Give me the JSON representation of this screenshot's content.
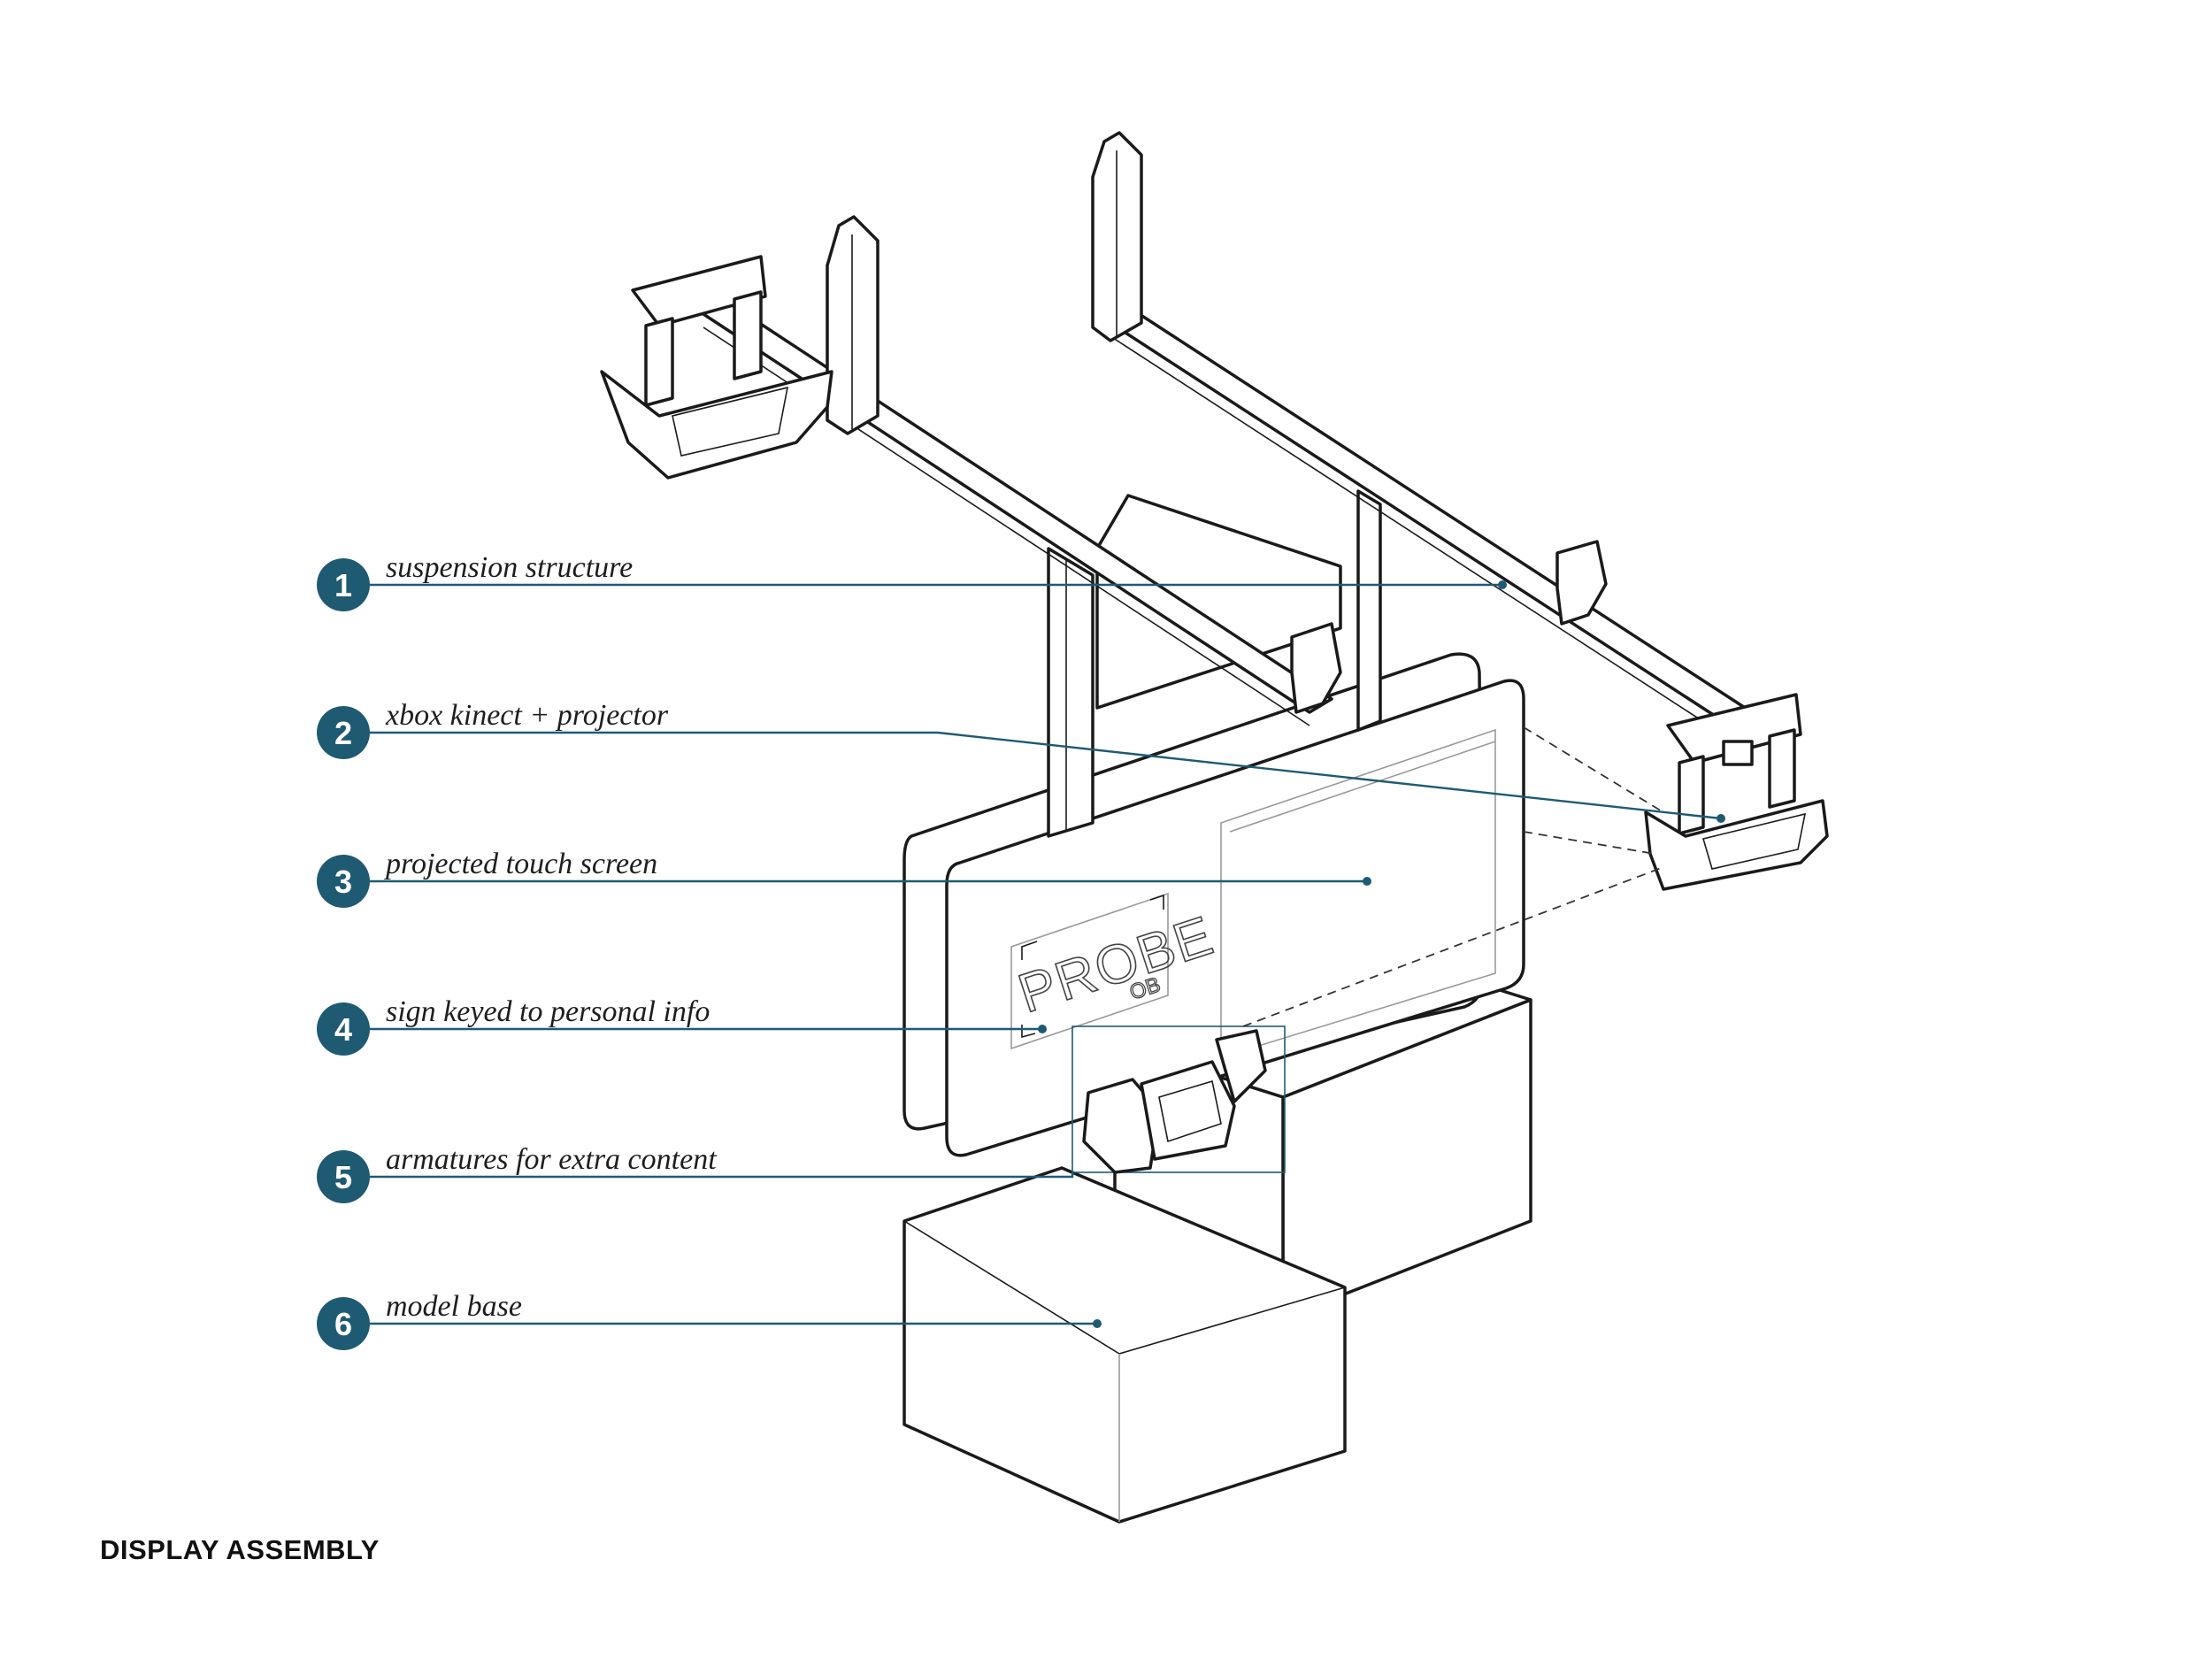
{
  "title": "DISPLAY ASSEMBLY",
  "sign_logo": {
    "main": "PROBE",
    "sub": "OB"
  },
  "callouts": [
    {
      "number": "1",
      "label": "suspension structure"
    },
    {
      "number": "2",
      "label": "xbox kinect + projector"
    },
    {
      "number": "3",
      "label": "projected touch screen"
    },
    {
      "number": "4",
      "label": "sign keyed to personal info"
    },
    {
      "number": "5",
      "label": "armatures for extra content"
    },
    {
      "number": "6",
      "label": "model base"
    }
  ],
  "colors": {
    "accent": "#1f5a73",
    "ink": "#1a1a1a",
    "background": "#ffffff"
  }
}
